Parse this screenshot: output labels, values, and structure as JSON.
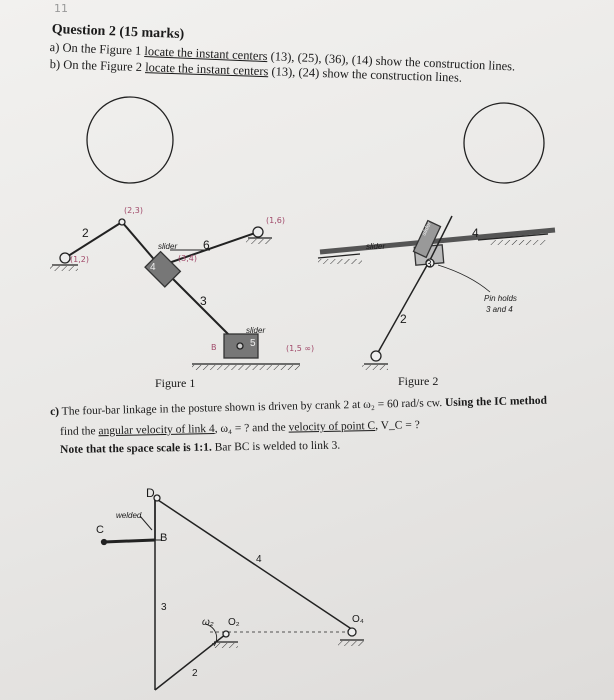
{
  "question": {
    "corner_mark": "11",
    "title": "Question 2 (15 marks)",
    "part_a_prefix": "a) On the Figure 1 ",
    "part_a_link": "locate the instant centers",
    "part_a_suffix": " (13), (25), (36), (14) show the construction lines.",
    "part_b_prefix": "b) On the Figure 2 ",
    "part_b_link": "locate the instant centers",
    "part_b_suffix": " (13), (24) show the construction lines."
  },
  "figure1": {
    "caption": "Figure 1",
    "link_2": "2",
    "link_6": "6",
    "link_3": "3",
    "link_5": "5",
    "slider_top": "slider",
    "slider_bottom": "slider",
    "block_4": "4",
    "hand_12": "(1,2)",
    "hand_23": "(2,3)",
    "hand_34": "(3,4)",
    "hand_16": "(1,6)",
    "hand_15": "(1,5 ∞)",
    "hand_B": "B"
  },
  "figure2": {
    "caption": "Figure 2",
    "slider_label": "slider",
    "slider_vertical": "slider",
    "link_4": "4",
    "link_3": "3",
    "link_2": "2",
    "pin_note_1": "Pin holds",
    "pin_note_2": "3 and 4"
  },
  "part_c": {
    "line1_bold_prefix": "c)",
    "line1_text": " The four-bar linkage in the posture shown is driven by crank 2 at ω₂ = 60 rad/s cw. ",
    "line1_bold_suffix": "Using the IC method",
    "line2_prefix": "find the ",
    "line2_link1": "angular velocity of link 4",
    "line2_mid": ", ω₄ = ? and the ",
    "line2_link2": "velocity of point C",
    "line2_suffix": ", V_C = ?",
    "line3_bold": "Note that the space scale is 1:1.",
    "line3_text": "  Bar BC is welded to link 3."
  },
  "figure3": {
    "D": "D",
    "welded": "welded",
    "C": "C",
    "B": "B",
    "link_4": "4",
    "link_3": "3",
    "link_2": "2",
    "omega2": "ω₂",
    "O2": "O₂",
    "O4": "O₄"
  }
}
